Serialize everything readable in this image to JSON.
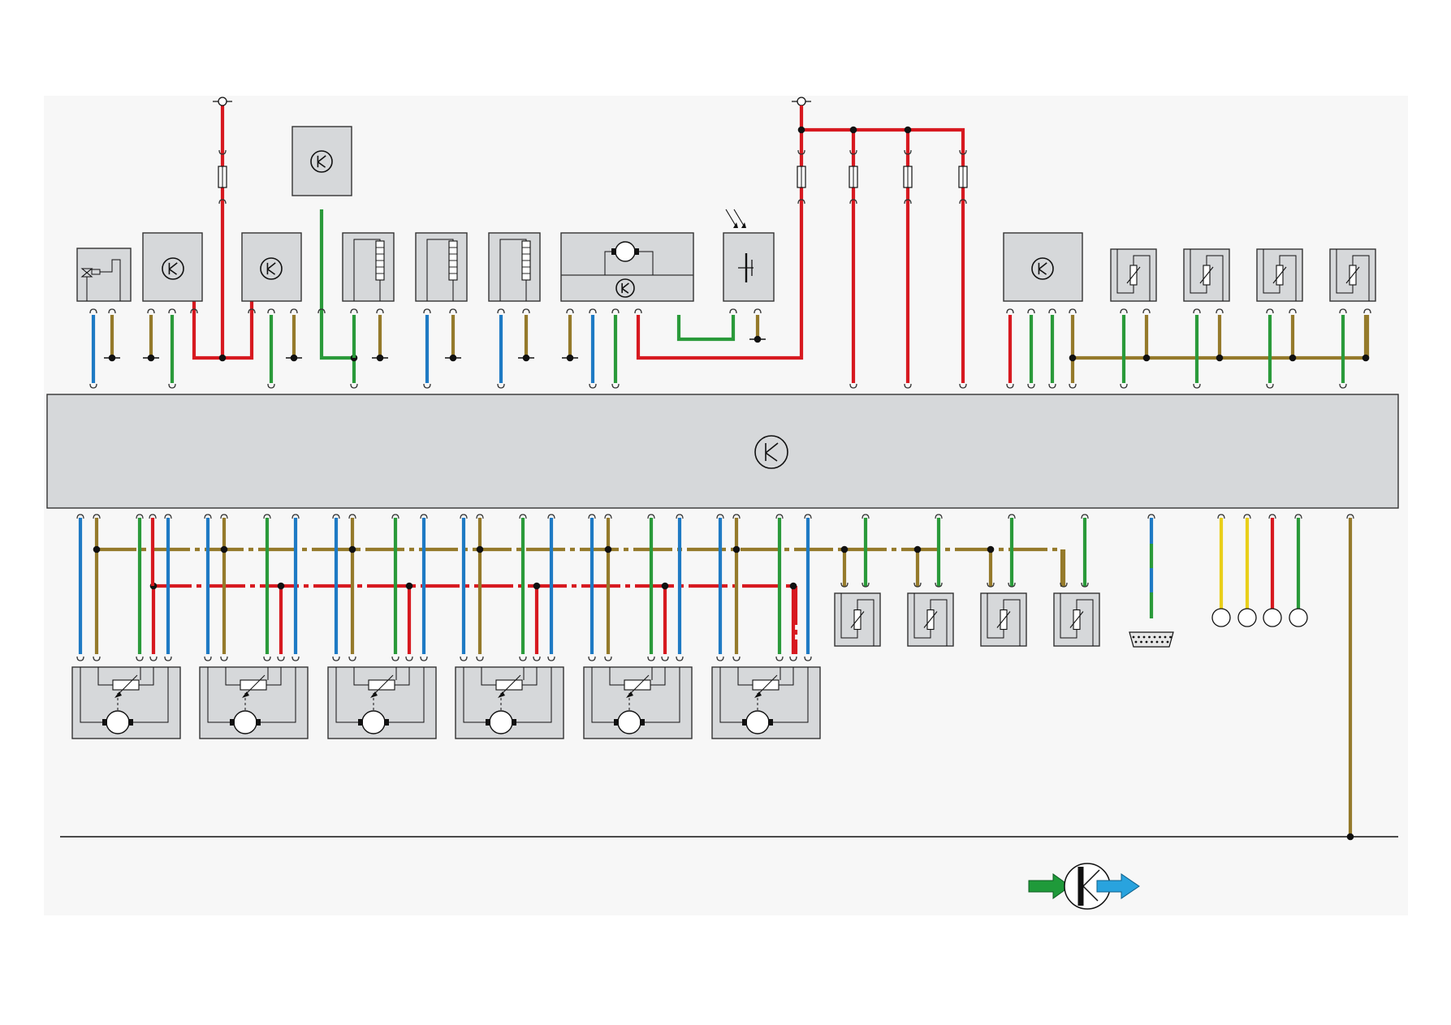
{
  "colors": {
    "background": "#ffffff",
    "panel": "#f7f7f7",
    "box_fill": "#d6d8da",
    "box_stroke": "#333333",
    "red": "#d71920",
    "blue": "#1e7ac4",
    "green": "#2a9a3a",
    "brown": "#957a2b",
    "yellow": "#e9cf1a",
    "black": "#111111",
    "arrow_green": "#1f9a3a",
    "arrow_blue": "#29a3de"
  },
  "diagram": {
    "control_unit_symbol": "K-icon",
    "top_components": [
      {
        "name": "valve-sensor",
        "icon": "valve-icon"
      },
      {
        "name": "control-module-1",
        "icon": "K-icon"
      },
      {
        "name": "control-module-2",
        "icon": "K-icon"
      },
      {
        "name": "remote-control-module",
        "icon": "K-icon"
      },
      {
        "name": "heater-element-1",
        "icon": "heater-icon"
      },
      {
        "name": "heater-element-2",
        "icon": "heater-icon"
      },
      {
        "name": "heater-element-3",
        "icon": "heater-icon"
      },
      {
        "name": "blower-module",
        "icon": "motor-icon"
      },
      {
        "name": "sun-sensor",
        "icon": "photodiode-icon"
      },
      {
        "name": "control-module-3",
        "icon": "K-icon"
      },
      {
        "name": "temp-sensor-top-1",
        "icon": "thermistor-icon"
      },
      {
        "name": "temp-sensor-top-2",
        "icon": "thermistor-icon"
      },
      {
        "name": "temp-sensor-top-3",
        "icon": "thermistor-icon"
      },
      {
        "name": "temp-sensor-top-4",
        "icon": "thermistor-icon"
      }
    ],
    "flap_motors": 6,
    "bottom_temp_sensors": 4,
    "fuses": 5,
    "diagnostic_connector": "obd-connector-icon",
    "test_points": 4,
    "legend_icon": "k-bus-gateway-icon"
  }
}
